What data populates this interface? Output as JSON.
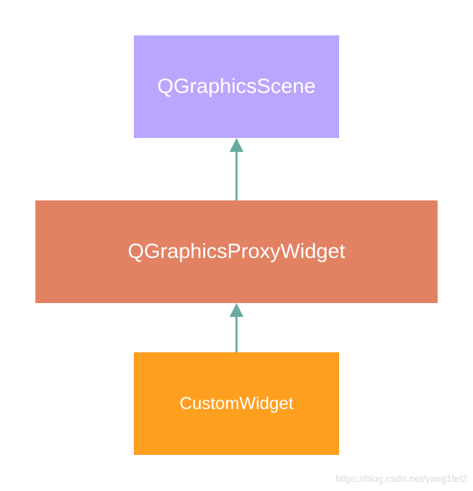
{
  "nodes": {
    "scene": {
      "label": "QGraphicsScene",
      "color": "#b8a6ff"
    },
    "proxy": {
      "label": "QGraphicsProxyWidget",
      "color": "#e28263"
    },
    "custom": {
      "label": "CustomWidget",
      "color": "#ff9f1f"
    }
  },
  "edges": [
    {
      "from": "custom",
      "to": "proxy"
    },
    {
      "from": "proxy",
      "to": "scene"
    }
  ],
  "arrow_color": "#67ab9f",
  "watermark": "https://blog.csdn.net/yang1fel2"
}
